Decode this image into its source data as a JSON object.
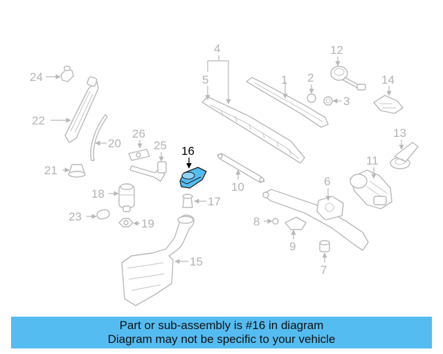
{
  "diagram": {
    "highlight_color": "#55bcf1",
    "highlighted_label": "16",
    "labels": {
      "p1": "1",
      "p2": "2",
      "p3": "3",
      "p4": "4",
      "p5": "5",
      "p6": "6",
      "p7": "7",
      "p8": "8",
      "p9": "9",
      "p10": "10",
      "p11": "11",
      "p12": "12",
      "p13": "13",
      "p14": "14",
      "p15": "15",
      "p17": "17",
      "p18": "18",
      "p19": "19",
      "p20": "20",
      "p21": "21",
      "p22": "22",
      "p23": "23",
      "p24": "24",
      "p25": "25",
      "p26": "26"
    }
  },
  "banner": {
    "line1": "Part or sub-assembly is #16 in diagram",
    "line2": "Diagram may not be specific to your vehicle",
    "color": "#55bcf1"
  }
}
